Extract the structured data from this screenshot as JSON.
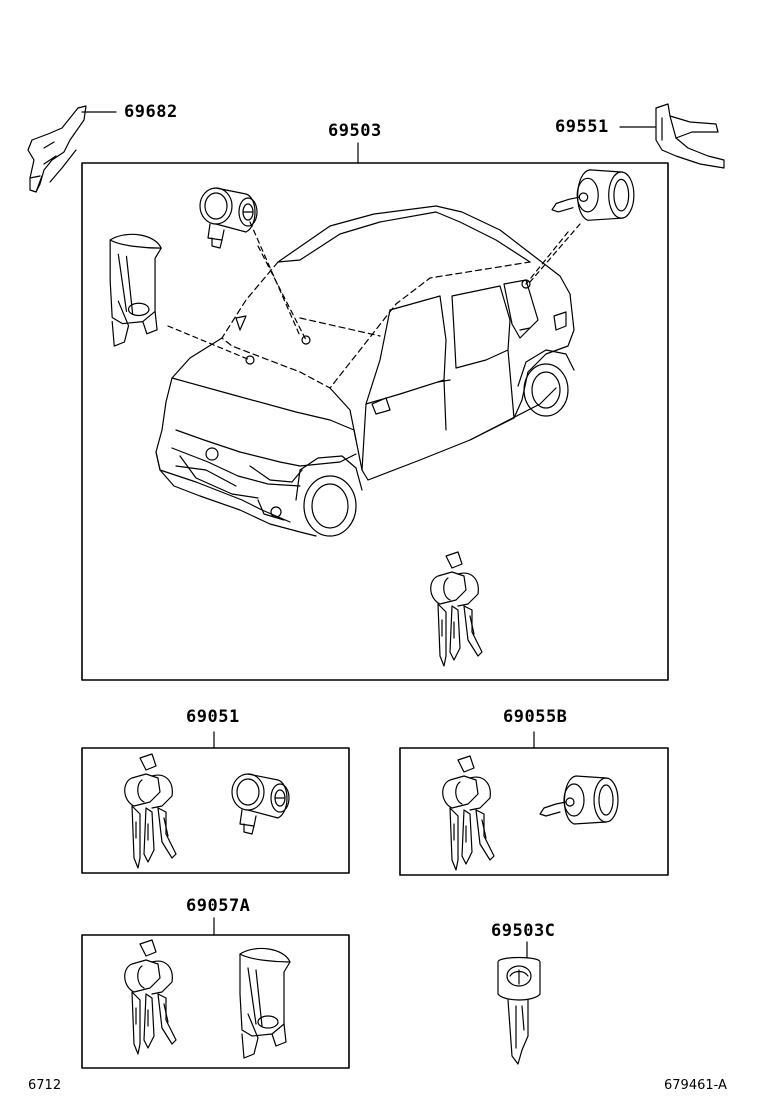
{
  "labels": {
    "p69682": "69682",
    "p69503": "69503",
    "p69551": "69551",
    "p69051": "69051",
    "p69055B": "69055B",
    "p69057A": "69057A",
    "p69503C": "69503C"
  },
  "footer": {
    "left_code": "6712",
    "right_code": "679461-A"
  },
  "colors": {
    "line": "#000000",
    "background": "#ffffff"
  }
}
